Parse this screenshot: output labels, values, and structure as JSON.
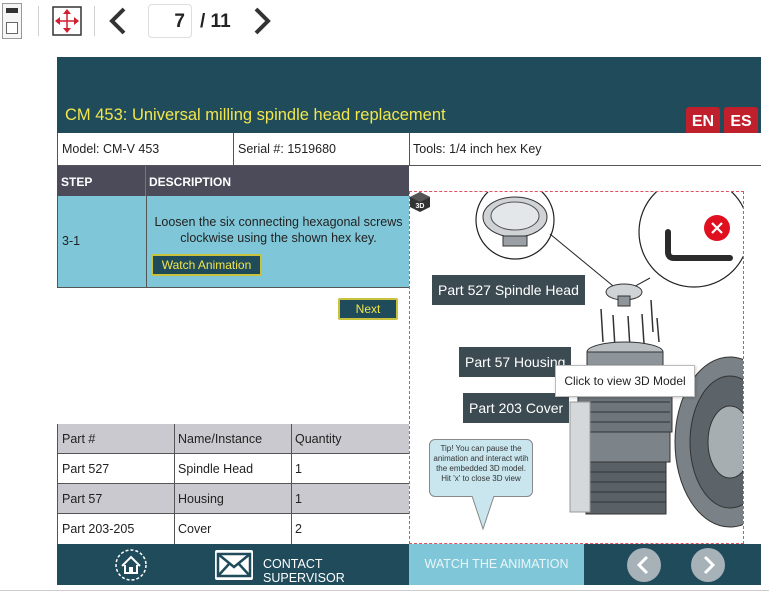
{
  "toolbar": {
    "current_page": "7",
    "total_pages": "/ 11"
  },
  "document": {
    "title": "CM 453: Universal milling spindle head replacement",
    "languages": [
      "EN",
      "ES"
    ],
    "model": "Model: CM-V 453",
    "serial": "Serial #: 1519680",
    "tools": "Tools: 1/4 inch hex Key",
    "steps_header": {
      "step": "STEP",
      "description": "DESCRIPTION"
    },
    "step": {
      "number": "3-1",
      "description": "Loosen the six connecting hexagonal screws clockwise using the shown hex key.",
      "watch_button": "Watch Animation"
    },
    "next_button": "Next",
    "parts_table": {
      "headers": [
        "Part #",
        "Name/Instance",
        "Quantity"
      ],
      "rows": [
        [
          "Part 527",
          "Spindle Head",
          "1"
        ],
        [
          "Part 57",
          "Housing",
          "1"
        ],
        [
          "Part 203-205",
          "Cover",
          "2"
        ]
      ]
    },
    "image": {
      "badge": "3D",
      "callouts": [
        "Part 527 Spindle Head",
        "Part 57 Housing",
        "Part 203 Cover"
      ],
      "tooltip": "Click to view 3D Model",
      "tip": "Tip! You can pause the animation and interact wtih the embedded 3D model. Hit 'x' to close 3D view"
    },
    "footer": {
      "contact": "CONTACT SUPERVISOR",
      "watch": "WATCH THE ANIMATION"
    }
  }
}
